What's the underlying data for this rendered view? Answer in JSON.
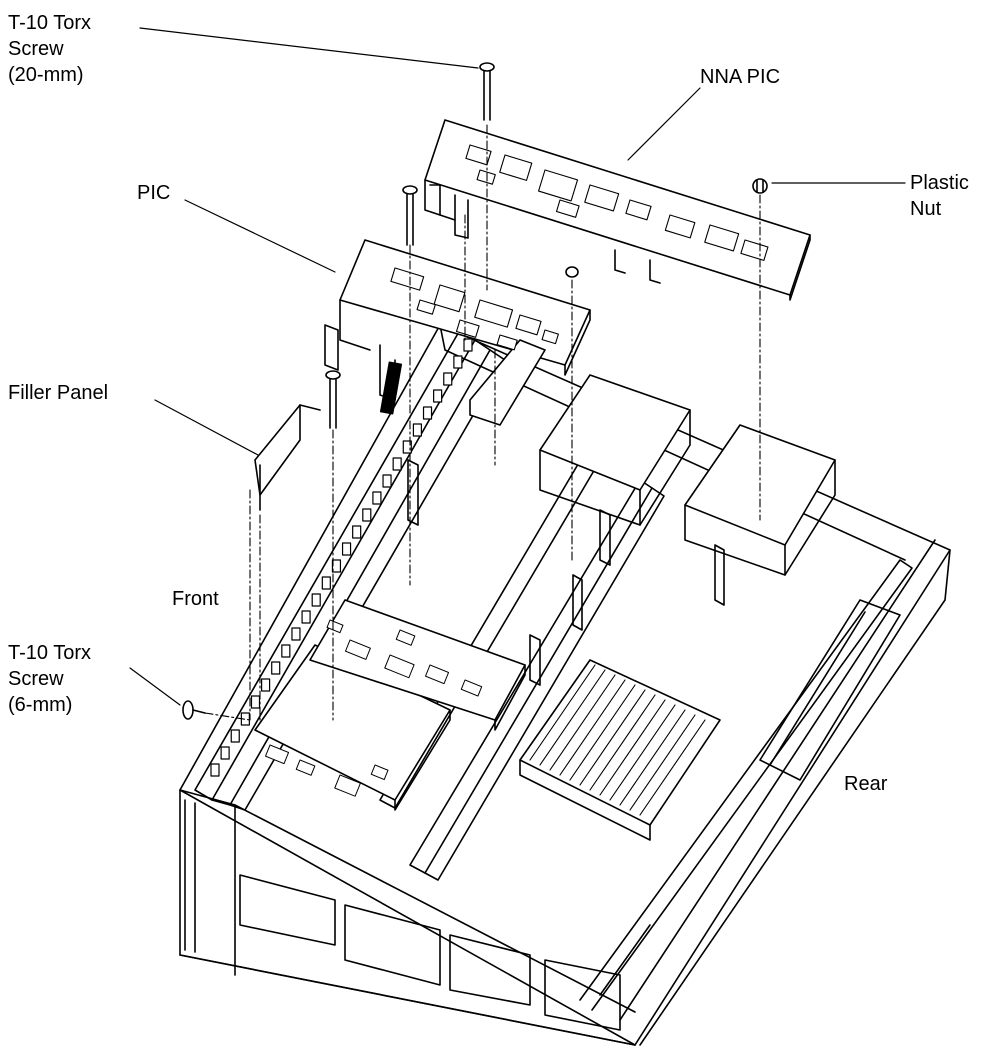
{
  "labels": {
    "torx_20": [
      "T-10 Torx",
      "Screw",
      "(20-mm)"
    ],
    "nna_pic": "NNA PIC",
    "plastic_nut": [
      "Plastic",
      "Nut"
    ],
    "pic": "PIC",
    "filler_panel": "Filler Panel",
    "front": "Front",
    "torx_6": [
      "T-10 Torx",
      "Screw",
      "(6-mm)"
    ],
    "rear": "Rear"
  },
  "colors": {
    "line": "#000000",
    "background": "#ffffff"
  }
}
